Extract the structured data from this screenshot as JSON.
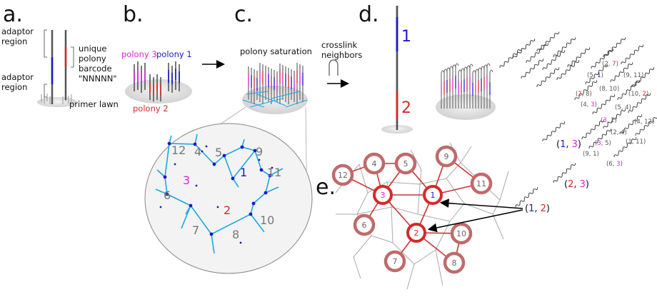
{
  "panels": {
    "a": "a.",
    "b": "b.",
    "c": "c.",
    "d": "d.",
    "e": "e."
  },
  "panel_a": {
    "adaptor_region_top": [
      "adaptor",
      "region"
    ],
    "unique_barcode": [
      "unique",
      "polony",
      "barcode",
      "\"NNNNN\""
    ],
    "adaptor_region_bottom": [
      "adaptor",
      "region"
    ],
    "primer_lawn": "primer lawn"
  },
  "panel_b": {
    "polony1": "polony 1",
    "polony2": "polony 2",
    "polony3": "polony 3"
  },
  "panel_c": {
    "title": "polony saturation",
    "numbers": [
      "12",
      "4",
      "5",
      "9",
      "1",
      "11",
      "3",
      "6",
      "2",
      "7",
      "10",
      "8"
    ]
  },
  "arrow_label": [
    "crosslink",
    "neighbors"
  ],
  "panel_d": {
    "label1": "1",
    "label2": "2"
  },
  "pairs": {
    "p_2_7": [
      "(2, ",
      "7",
      ")"
    ],
    "p_5_1": [
      "(5, ",
      "1",
      ")"
    ],
    "p_9_11": [
      "(9, 11)"
    ],
    "p_2_8": [
      "(",
      "2",
      ", 8)"
    ],
    "p_8_10": [
      "(8, 10)"
    ],
    "p_10_2": [
      "(10, ",
      "2",
      ")"
    ],
    "p_4_3": [
      "(4, ",
      "3",
      ")"
    ],
    "p_5_4": [
      "(5, 4)"
    ],
    "p_3_2": [
      "(",
      "3",
      ", 2)"
    ],
    "p_4_12": [
      "(4, 12)"
    ],
    "p_2_4": [
      "(2, 4)"
    ],
    "p_1_3": [
      "(",
      "1",
      ", ",
      "3",
      ")"
    ],
    "p_3_5": [
      "(",
      "3",
      ", 5)"
    ],
    "p_1_11": [
      "(1, 11)"
    ],
    "p_9_1": [
      "(9, 1)"
    ],
    "p_6_3": [
      "(6, ",
      "3",
      ")"
    ],
    "p_2_3": [
      "(",
      "2",
      ", ",
      "3",
      ")"
    ],
    "p_1_2": [
      "(",
      "1",
      ", ",
      "2",
      ")"
    ]
  },
  "graph_nodes": [
    "12",
    "4",
    "5",
    "9",
    "3",
    "1",
    "11",
    "6",
    "2",
    "10",
    "7",
    "8"
  ],
  "colors": {
    "red": "#d42a2a",
    "blue": "#1a1acc",
    "magenta": "#dd22dd",
    "cyan": "#1aa8e6",
    "node_ring": "#c06a6a",
    "graph_edge": "#cc3333"
  }
}
